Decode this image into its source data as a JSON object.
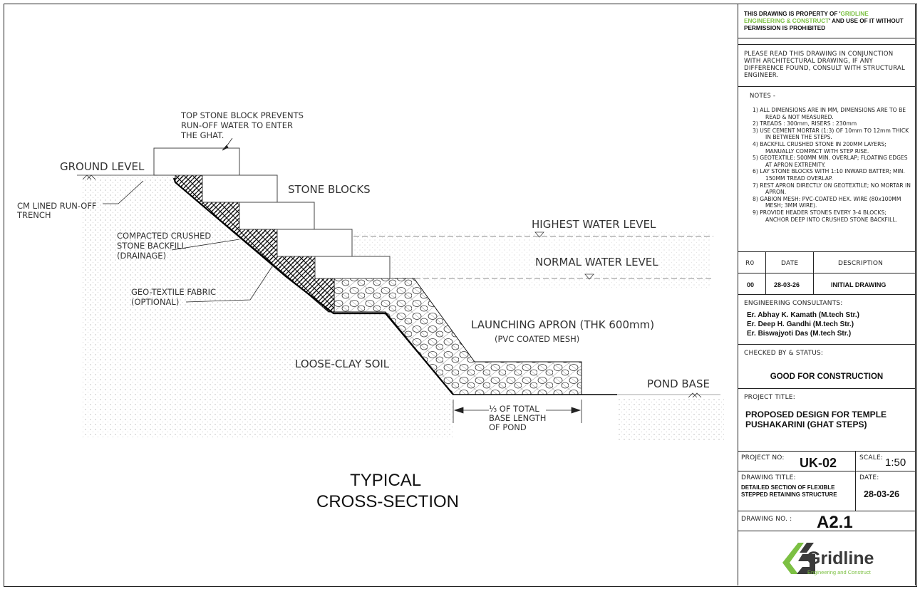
{
  "drawing": {
    "labels": {
      "top_stone": [
        "TOP STONE BLOCK PREVENTS",
        "RUN-OFF WATER TO ENTER",
        "THE GHAT."
      ],
      "ground_level": "GROUND LEVEL",
      "cm_lined": [
        "CM LINED RUN-OFF",
        "TRENCH"
      ],
      "stone_blocks": "STONE BLOCKS",
      "compacted": [
        "COMPACTED CRUSHED",
        "STONE BACKFILL",
        "(DRAINAGE)"
      ],
      "geotextile": [
        "GEO-TEXTILE FABRIC",
        "(OPTIONAL)"
      ],
      "highest_water": "HIGHEST WATER LEVEL",
      "normal_water": "NORMAL WATER LEVEL",
      "launching_apron": "LAUNCHING APRON (THK 600mm)",
      "pvc_mesh": "(PVC COATED MESH)",
      "loose_clay": "LOOSE-CLAY SOIL",
      "pond_base": "POND BASE",
      "base_length": [
        "⅓ OF TOTAL",
        "BASE LENGTH",
        "OF POND"
      ],
      "caption": [
        "TYPICAL",
        "CROSS-SECTION"
      ]
    }
  },
  "title_block": {
    "property": {
      "prefix": "THIS DRAWING IS PROPERTY OF '",
      "company": "GRIDLINE ENGINEERING & CONSTRUCT",
      "suffix": "' AND USE OF IT WITHOUT PERMISSION IS PROHIBITED"
    },
    "read_note": "PLEASE READ THIS DRAWING IN CONJUNCTION WITH ARCHITECTURAL DRAWING, IF ANY DIFFERENCE FOUND, CONSULT WITH STRUCTURAL ENGINEER.",
    "notes_heading": "NOTES -",
    "notes": [
      "1)  ALL DIMENSIONS ARE IN MM, DIMENSIONS ARE TO BE READ & NOT MEASURED.",
      "2)  TREADS : 300mm, RISERS : 230mm",
      "3)  USE CEMENT MORTAR (1:3) OF 10mm TO 12mm THICK IN BETWEEN THE STEPS.",
      "4)  BACKFILL CRUSHED STONE IN 200MM LAYERS; MANUALLY COMPACT WITH STEP RISE.",
      "5)  GEOTEXTILE: 500MM MIN. OVERLAP; FLOATING EDGES AT APRON EXTREMITY.",
      "6)  LAY STONE BLOCKS WITH 1:10 INWARD BATTER; MIN. 150MM TREAD OVERLAP.",
      "7)  REST APRON DIRECTLY ON GEOTEXTILE; NO MORTAR IN APRON.",
      "8)  GABION MESH: PVC-COATED HEX. WIRE (80x100MM MESH; 3MM WIRE).",
      "9)  PROVIDE HEADER STONES EVERY 3-4 BLOCKS; ANCHOR DEEP INTO CRUSHED STONE BACKFILL."
    ],
    "revision": {
      "headers": [
        "R0",
        "DATE",
        "DESCRIPTION"
      ],
      "rows": [
        [
          "00",
          "28-03-26",
          "INITIAL DRAWING"
        ]
      ]
    },
    "consultants_heading": "ENGINEERING CONSULTANTS:",
    "consultants": [
      "Er. Abhay K. Kamath   (M.tech Str.)",
      "Er. Deep H. Gandhi   (M.tech Str.)",
      "Er. Biswajyoti Das   (M.tech Str.)"
    ],
    "checked_heading": "CHECKED BY & STATUS:",
    "status": "GOOD FOR CONSTRUCTION",
    "project_title_heading": "PROJECT TITLE:",
    "project_title": "PROPOSED DESIGN FOR TEMPLE PUSHAKARINI (GHAT STEPS)",
    "project_no_label": "PROJECT NO:",
    "project_no": "UK-02",
    "scale_label": "SCALE:",
    "scale": "1:50",
    "drawing_title_label": "DRAWING TITLE:",
    "drawing_title": "DETAILED SECTION OF FLEXIBLE STEPPED RETAINING STRUCTURE",
    "date_label": "DATE:",
    "date": "28-03-26",
    "drawing_no_label": "DRAWING NO. :",
    "drawing_no": "A2.1",
    "logo": {
      "name": "Gridline",
      "tagline": "Engineering and Construct",
      "colors": {
        "green": "#7cc043",
        "dark": "#3a3a3a"
      }
    }
  }
}
